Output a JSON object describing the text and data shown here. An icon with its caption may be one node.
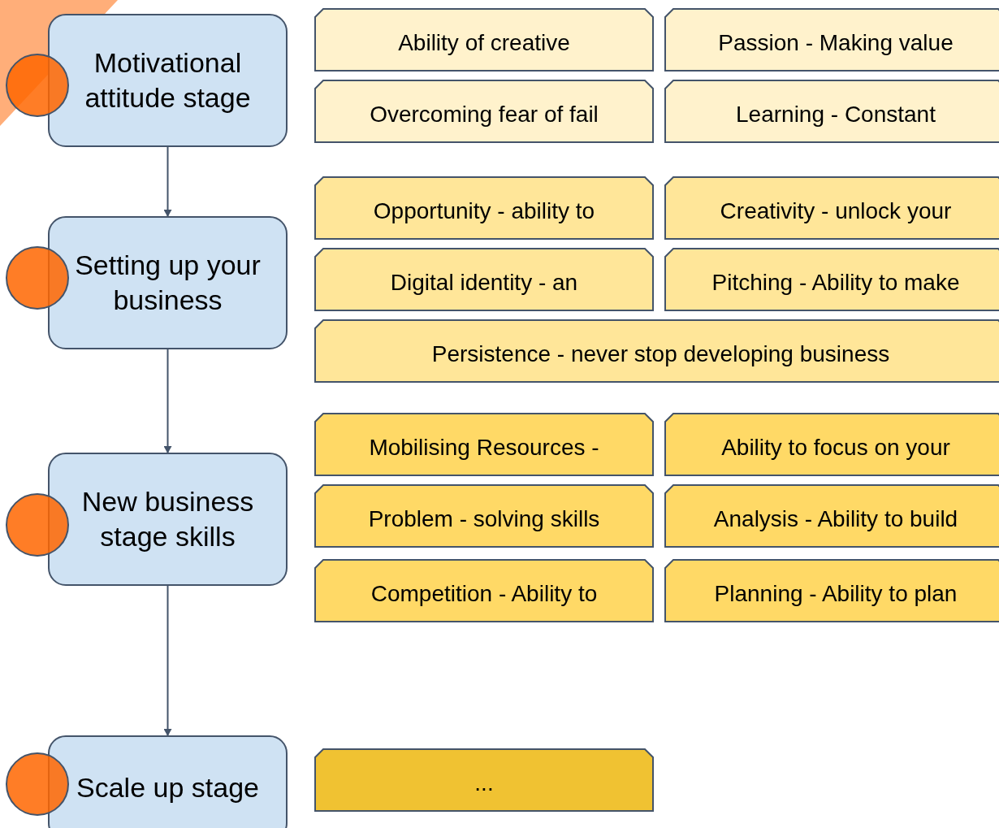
{
  "diagram": {
    "nodes": [
      {
        "text": [
          "Motivational attitude stage"
        ]
      },
      {
        "text": [
          "Setting up your business"
        ]
      },
      {
        "text": [
          "New business stage skills"
        ]
      },
      {
        "text": [
          "Scale up stage"
        ]
      },
      {
        "text": [],
        "shape": "circle"
      },
      {
        "text": [],
        "shape": "circle"
      },
      {
        "text": [],
        "shape": "circle"
      },
      {
        "text": [],
        "shape": "circle"
      },
      {
        "text": [
          "Ability of creative"
        ]
      },
      {
        "text": [
          "Passion - Making value"
        ]
      },
      {
        "text": [
          "Overcoming fear of fail"
        ]
      },
      {
        "text": [
          "Learning - Constant"
        ]
      },
      {
        "text": [
          "Opportunity - ability to"
        ]
      },
      {
        "text": [
          "Creativity - unlock your"
        ]
      },
      {
        "text": [
          "Digital identity  -  an"
        ]
      },
      {
        "text": [
          "Pitching - Ability to make"
        ]
      },
      {
        "text": [
          "Persistence - never stop developing business"
        ]
      },
      {
        "text": [
          "Mobilising Resources -"
        ]
      },
      {
        "text": [
          "Ability to focus on your"
        ]
      },
      {
        "text": [
          "Problem - solving skills"
        ]
      },
      {
        "text": [
          "Analysis - Ability to build"
        ]
      },
      {
        "text": [
          "Competition - Ability to"
        ]
      },
      {
        "text": [
          "Planning - Ability to plan"
        ]
      },
      {
        "text": [
          "..."
        ]
      }
    ],
    "edges": [
      {
        "from": 0,
        "to": 1,
        "arrow": "to"
      },
      {
        "from": 1,
        "to": 2,
        "arrow": "to"
      },
      {
        "from": 2,
        "to": 3,
        "arrow": "to"
      }
    ]
  }
}
